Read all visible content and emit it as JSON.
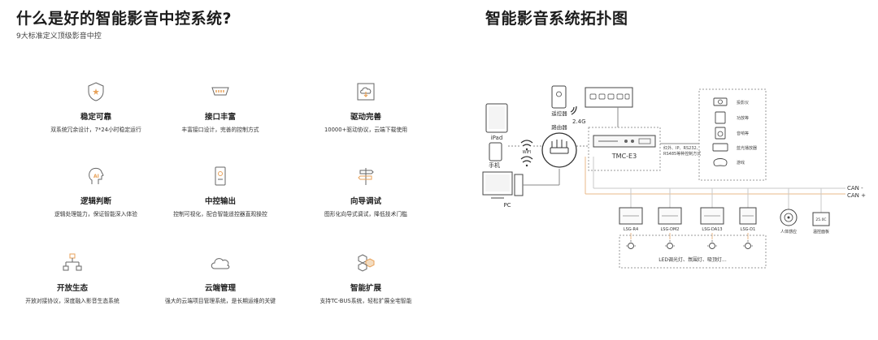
{
  "left": {
    "title": "什么是好的智能影音中控系统?",
    "subtitle": "9大标准定义顶级影音中控"
  },
  "features": [
    {
      "title": "稳定可靠",
      "desc": "双系统冗余设计，7*24小时稳定运行",
      "icon": "shield-icon"
    },
    {
      "title": "接口丰富",
      "desc": "丰富接口设计，完善的控制方式",
      "icon": "port-icon"
    },
    {
      "title": "驱动完善",
      "desc": "10000+驱动协议，云端下载使用",
      "icon": "cloud-download-icon"
    },
    {
      "title": "逻辑判断",
      "desc": "逻辑处理能力，保证智能深入体验",
      "icon": "ai-head-icon"
    },
    {
      "title": "中控输出",
      "desc": "控制可视化，配合智能遥控器直观操控",
      "icon": "remote-control-icon"
    },
    {
      "title": "向导调试",
      "desc": "图形化向导式调试，降低技术门槛",
      "icon": "signpost-icon"
    },
    {
      "title": "开放生态",
      "desc": "开放对接协议，深度融入影音生态系统",
      "icon": "network-icon"
    },
    {
      "title": "云端管理",
      "desc": "强大的云端项目管理系统，是长期运维的关键",
      "icon": "cloud-icon"
    },
    {
      "title": "智能扩展",
      "desc": "支持TC-BUS系统，轻松扩展全宅智能",
      "icon": "hexagon-icon"
    }
  ],
  "right": {
    "title": "智能影音系统拓扑图"
  },
  "topology": {
    "remote_label": "遥控器",
    "router_label": "路由器",
    "band_label": "2.4G",
    "ipad_label": "iPad",
    "phone_label": "手机",
    "wifi_label": "WIFI",
    "pc_label": "PC",
    "controller_label": "TMC-E3",
    "control_methods": [
      "红外、IP、RS232、",
      "RS485等种控制方式"
    ],
    "devices": [
      "投影仪",
      "功放等",
      "音响等",
      "蓝光播放器",
      "游戏"
    ],
    "can_neg": "CAN -",
    "can_pos": "CAN +",
    "modules": [
      "LSG-R4",
      "LSG-DM2",
      "LSG-DA13",
      "LSG-D1"
    ],
    "sensor_label": "人体感应",
    "panel_label": "温控面板",
    "panel_value": "25.0C",
    "lights_label": "LED调光灯、氛围灯、吸顶灯..."
  },
  "colors": {
    "accent": "#e8a25a",
    "can_neg_line": "#c8c8c8",
    "can_pos_line": "#e8b98a",
    "line": "#555555"
  }
}
